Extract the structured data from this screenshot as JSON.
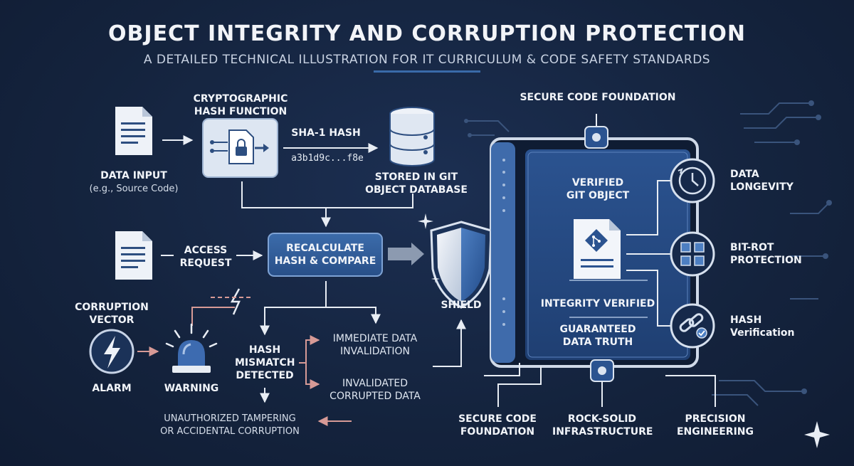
{
  "title": "OBJECT INTEGRITY AND CORRUPTION PROTECTION",
  "subtitle": "A DETAILED TECHNICAL ILLUSTRATION FOR IT CURRICULUM & CODE SAFETY STANDARDS",
  "flow": {
    "data_input": "DATA INPUT",
    "data_input_example": "(e.g., Source Code)",
    "hash_function": [
      "CRYPTOGRAPHIC",
      "HASH FUNCTION"
    ],
    "sha_label": "SHA-1 HASH",
    "sha_value": "a3b1d9c...f8e",
    "stored": [
      "STORED IN GIT",
      "OBJECT DATABASE"
    ],
    "access_request": [
      "ACCESS",
      "REQUEST"
    ],
    "recalc": [
      "RECALCULATE",
      "HASH & COMPARE"
    ],
    "shield": "SHIELD"
  },
  "corruption": {
    "vector": [
      "CORRUPTION",
      "VECTOR"
    ],
    "alarm": "ALARM",
    "warning": "WARNING",
    "mismatch": [
      "HASH",
      "MISMATCH",
      "DETECTED"
    ],
    "invalidation": [
      "IMMEDIATE DATA",
      "INVALIDATION"
    ],
    "invalidated": [
      "INVALIDATED",
      "CORRUPTED DATA"
    ],
    "tampering": [
      "UNAUTHORIZED TAMPERING",
      "OR ACCIDENTAL CORRUPTION"
    ]
  },
  "panel": {
    "top_label": "SECURE CODE FOUNDATION",
    "verified": [
      "VERIFIED",
      "GIT OBJECT"
    ],
    "integrity": "INTEGRITY VERIFIED",
    "guaranteed": [
      "GUARANTEED",
      "DATA TRUTH"
    ]
  },
  "features": {
    "longevity": [
      "DATA",
      "LONGEVITY"
    ],
    "bitrot": [
      "BIT-ROT",
      "PROTECTION"
    ],
    "hashver": [
      "HASH",
      "Verification"
    ]
  },
  "bottom": {
    "secure": [
      "SECURE CODE",
      "FOUNDATION"
    ],
    "rock": [
      "ROCK-SOLID",
      "INFRASTRUCTURE"
    ],
    "precision": [
      "PRECISION",
      "ENGINEERING"
    ]
  },
  "colors": {
    "background": "#14233d",
    "accent": "#3a6aa8",
    "panel": "#26487f",
    "warning_arrow": "#d79a96",
    "line": "#e8edf4"
  },
  "icons": [
    "document-icon",
    "lock-file-icon",
    "database-icon",
    "shield-icon",
    "git-file-icon",
    "clock-icon",
    "bit-grid-icon",
    "link-check-icon",
    "lightning-icon",
    "siren-icon",
    "sparkle-icon"
  ]
}
